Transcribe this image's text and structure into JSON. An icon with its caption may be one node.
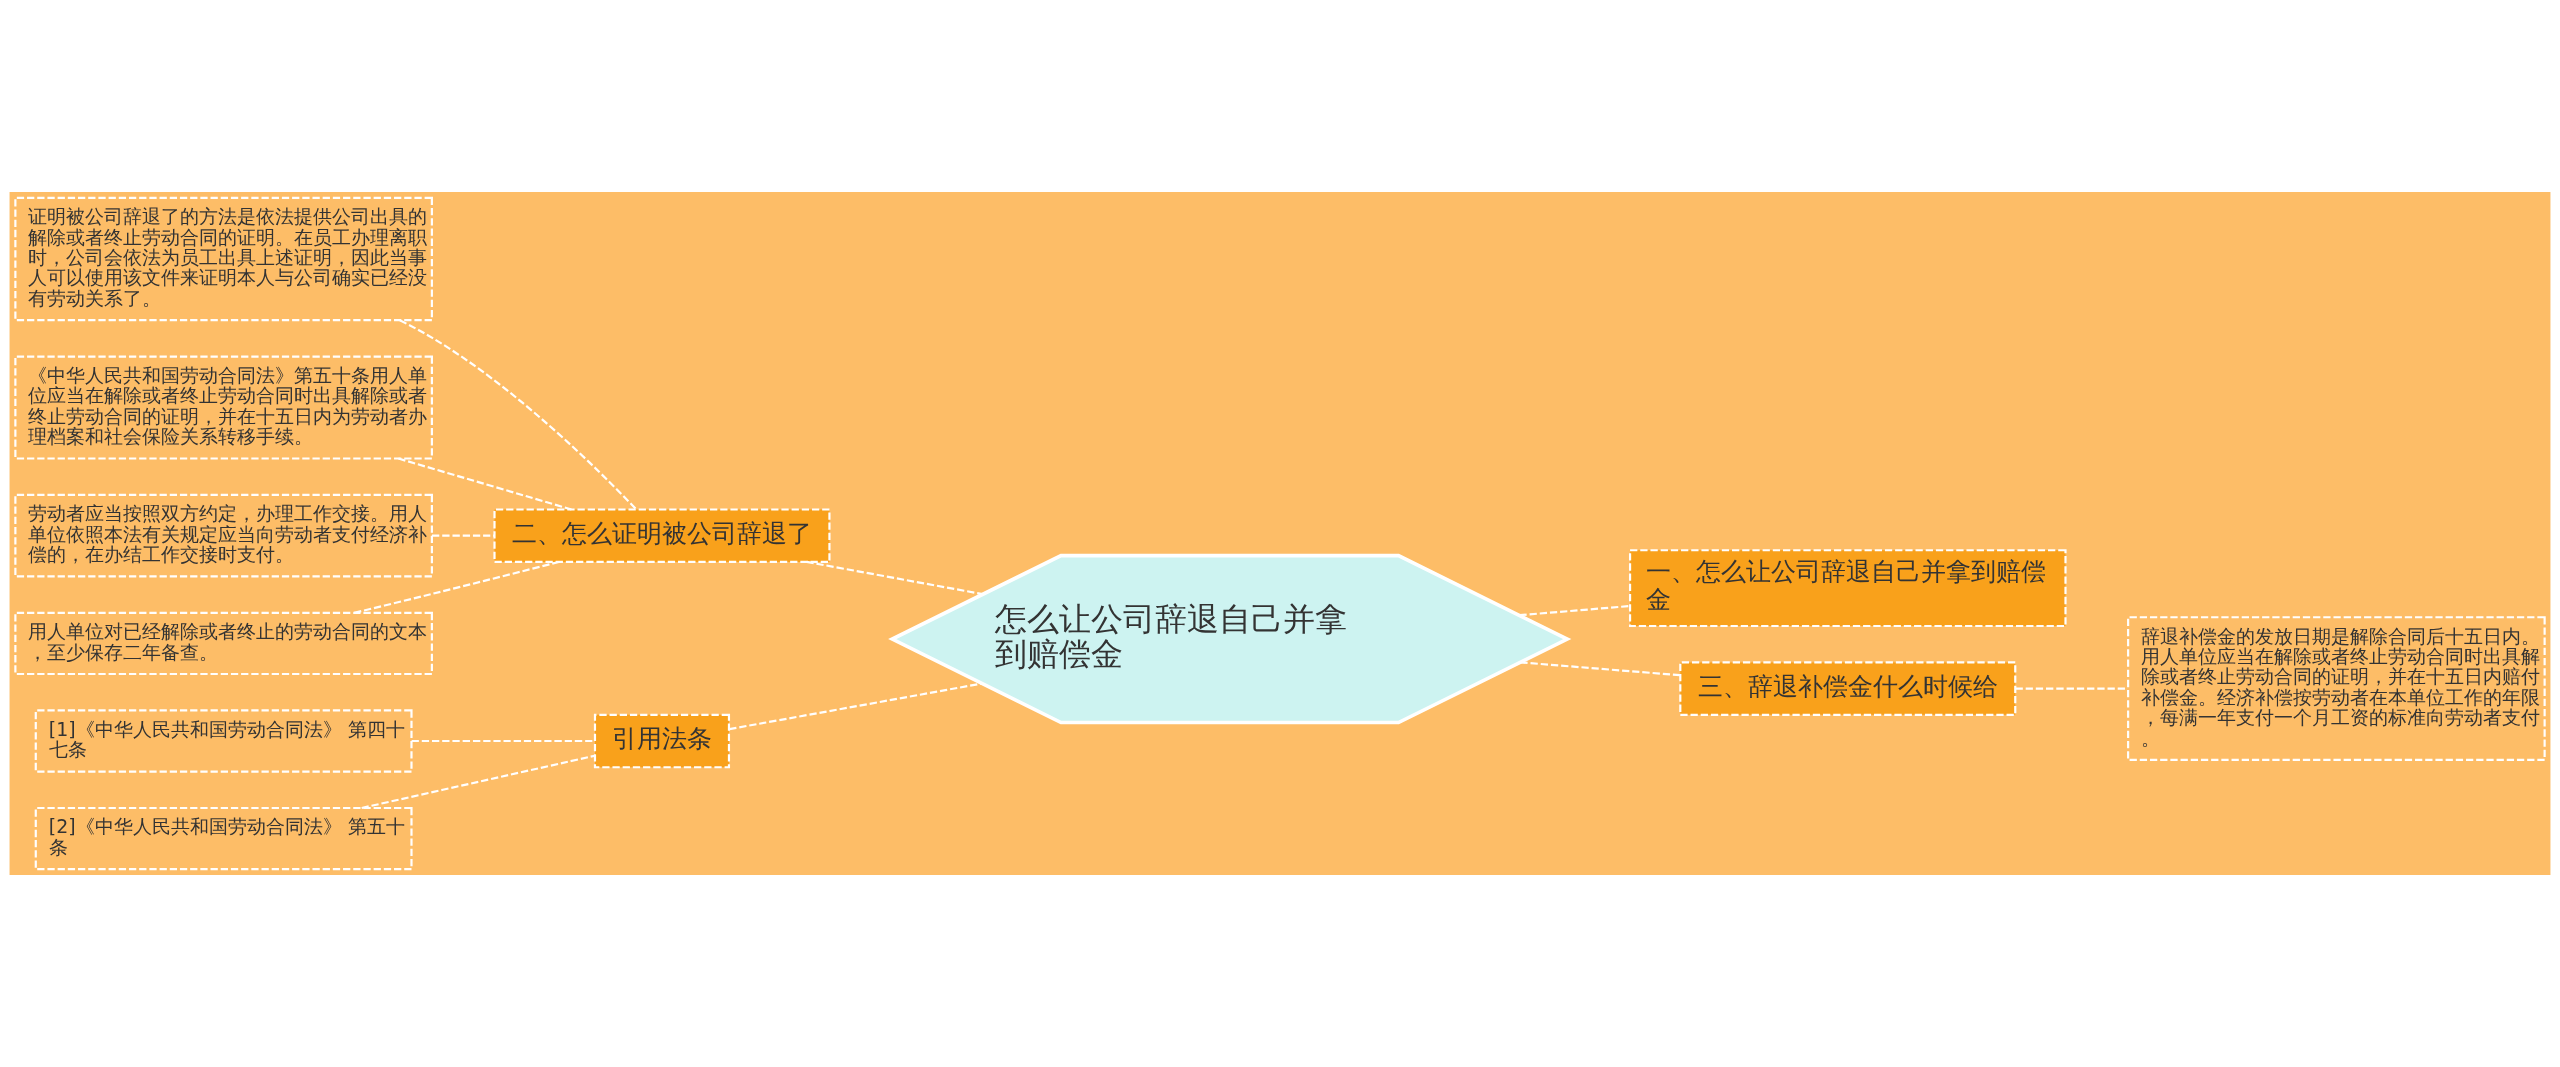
{
  "diagram": {
    "nodes": [
      {
        "text": [
          "怎么让公司辞退自己并拿到赔偿金"
        ]
      },
      {
        "text": [
          "二、怎么证明被公司辞退了"
        ]
      },
      {
        "text": [
          "证明被公司辞退了的方法是依法提供公司出具的解除或者终止劳动合同的证明。在员工办理离职时，公司会依法为员工出具上述证明，因此当事人可以使用该文件来证明本人与公司确实已经没有劳动关系了。"
        ]
      },
      {
        "text": [
          "《中华人民共和国劳动合同法》第五十条用人单位应当在解除或者终止劳动合同时出具解除或者终止劳动合同的证明，并在十五日内为劳动者办理档案和社会保险关系转移手续。"
        ]
      },
      {
        "text": [
          "劳动者应当按照双方约定，办理工作交接。用人单位依照本法有关规定应当向劳动者支付经济补偿的，在办结工作交接时支付。"
        ]
      },
      {
        "text": [
          "用人单位对已经解除或者终止的劳动合同的文本，至少保存二年备查。"
        ]
      },
      {
        "text": [
          "引用法条"
        ]
      },
      {
        "text": [
          "[1]《中华人民共和国劳动合同法》 第四十七条"
        ]
      },
      {
        "text": [
          "[2]《中华人民共和国劳动合同法》 第五十条"
        ]
      },
      {
        "text": [
          "一、怎么让公司辞退自己并拿到赔偿金"
        ]
      },
      {
        "text": [
          "三、辞退补偿金什么时候给"
        ]
      },
      {
        "text": [
          "辞退补偿金的发放日期是解除合同后十五日内。用人单位应当在解除或者终止劳动合同时出具解除或者终止劳动合同的证明，并在十五日内赔付补偿金。经济补偿按劳动者在本单位工作的年限，每满一年支付一个月工资的标准向劳动者支付。"
        ]
      }
    ],
    "edges": [
      {
        "from": 2,
        "to": 1,
        "arrow": "none",
        "style": "dashed"
      },
      {
        "from": 3,
        "to": 1,
        "arrow": "none",
        "style": "dashed"
      },
      {
        "from": 4,
        "to": 1,
        "arrow": "none",
        "style": "dashed"
      },
      {
        "from": 5,
        "to": 1,
        "arrow": "none",
        "style": "dashed"
      },
      {
        "from": 1,
        "to": 0,
        "arrow": "none",
        "style": "dashed"
      },
      {
        "from": 7,
        "to": 6,
        "arrow": "none",
        "style": "dashed"
      },
      {
        "from": 8,
        "to": 6,
        "arrow": "none",
        "style": "dashed"
      },
      {
        "from": 6,
        "to": 0,
        "arrow": "none",
        "style": "dashed"
      },
      {
        "from": 0,
        "to": 9,
        "arrow": "none",
        "style": "dashed"
      },
      {
        "from": 0,
        "to": 10,
        "arrow": "none",
        "style": "dashed"
      },
      {
        "from": 10,
        "to": 11,
        "arrow": "none",
        "style": "dashed"
      }
    ]
  }
}
